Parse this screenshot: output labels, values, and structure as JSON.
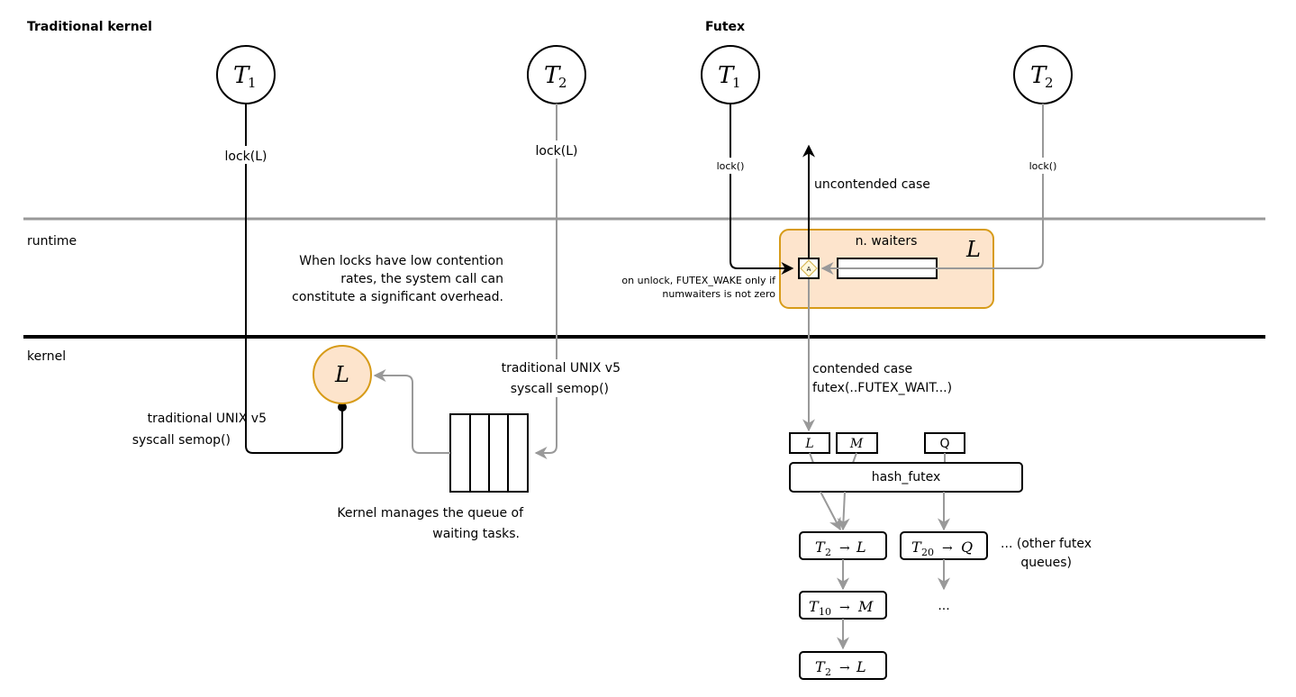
{
  "headings": {
    "traditional": "Traditional kernel",
    "futex": "Futex"
  },
  "layers": {
    "runtime": "runtime",
    "kernel": "kernel"
  },
  "threads": {
    "letter": "T",
    "sub1": "1",
    "sub2": "2"
  },
  "traditional": {
    "t1_call": "lock(L)",
    "t2_call": "lock(L)",
    "note": [
      "When locks have low contention",
      "rates, the system call can",
      "constitute a significant overhead."
    ],
    "lock_name": "L",
    "syscall_left": [
      "traditional UNIX v5",
      "syscall semop()"
    ],
    "syscall_right": [
      "traditional UNIX v5",
      "syscall semop()"
    ],
    "queue_caption": [
      "Kernel manages the queue of",
      "waiting tasks."
    ]
  },
  "futex": {
    "t1_call": "lock()",
    "t2_call": "lock()",
    "uncontended": "uncontended case",
    "lock_box_name": "L",
    "waiters_label": "n. waiters",
    "atomic_marker": "A",
    "unlock_note": [
      "on unlock, FUTEX_WAKE only if",
      "numwaiters is not zero"
    ],
    "contended": [
      "contended case",
      "futex(..FUTEX_WAIT...)"
    ],
    "keys": [
      "L",
      "M",
      "Q"
    ],
    "hash_label": "hash_futex",
    "queues": [
      {
        "thread": "2",
        "target": "L"
      },
      {
        "thread": "10",
        "target": "M"
      },
      {
        "thread": "2",
        "target": "L"
      },
      {
        "thread": "20",
        "target": "Q"
      }
    ],
    "arrow_glyph": "→",
    "other_queues": [
      "... (other futex",
      "queues)"
    ],
    "ellipsis": "..."
  },
  "colors": {
    "lock_fill": "#fde4cc",
    "lock_stroke": "#d79b18",
    "gray_line": "#999999",
    "black_line": "#000000"
  }
}
